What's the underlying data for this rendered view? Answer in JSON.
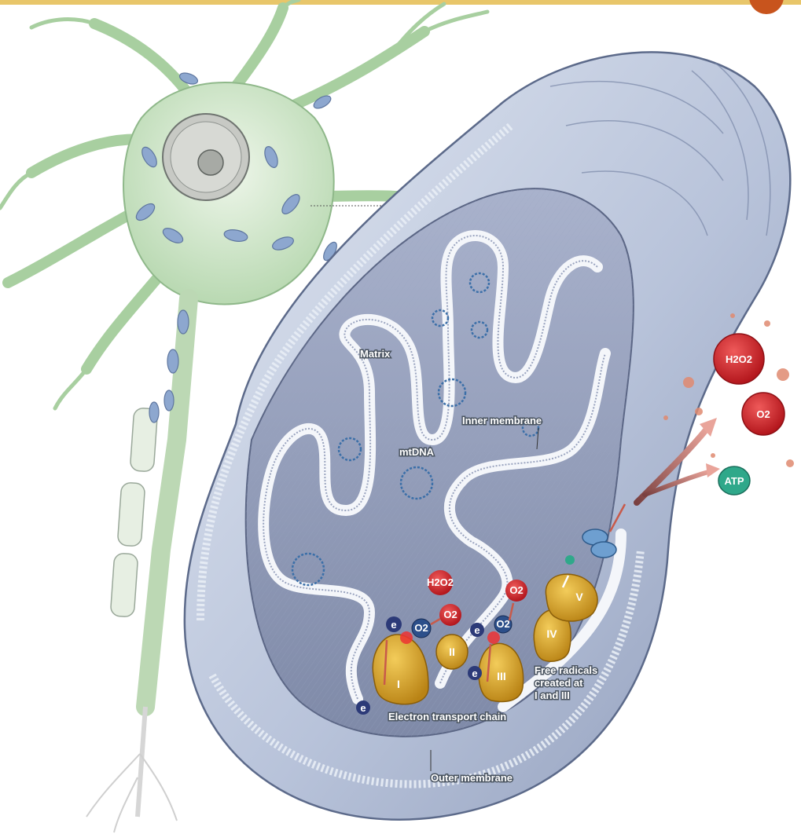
{
  "labels": {
    "matrix": "Matrix",
    "inner_membrane": "Inner membrane",
    "mtdna": "mtDNA",
    "etc": "Electron transport chain",
    "outer_membrane": "Outer membrane",
    "free_radicals_1": "Free radicals",
    "free_radicals_2": "created at",
    "free_radicals_3": "I and III"
  },
  "molecules": {
    "h2o2": "H2O2",
    "o2_radical": "O2",
    "atp": "ATP",
    "electron": "e",
    "o2": "O2"
  },
  "complexes": [
    "I",
    "II",
    "III",
    "IV",
    "V"
  ],
  "colors": {
    "neuron_green": "#cfe6c9",
    "mito_blue": "#c9d3e6",
    "radical_red": "#d2262c",
    "complex_gold": "#d9a52a",
    "atp_teal": "#2fa88a",
    "electron_navy": "#2c3a78"
  }
}
